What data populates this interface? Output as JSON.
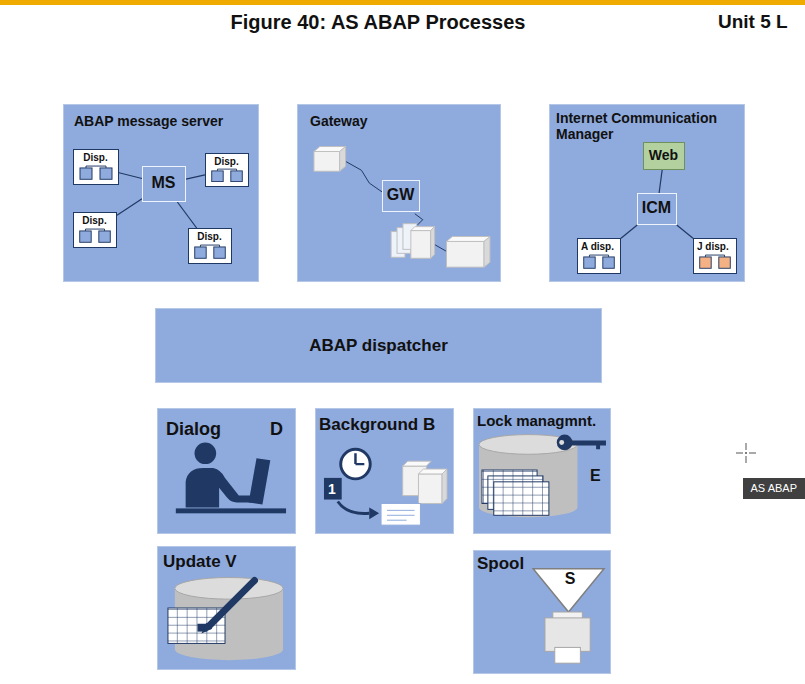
{
  "diagram": {
    "title": "Figure 40: AS ABAP Processes",
    "nodes": [
      {
        "text": [
          "ABAP message server"
        ]
      },
      {
        "text": [
          "Disp."
        ],
        "in": 0
      },
      {
        "text": [
          "Disp."
        ],
        "in": 0
      },
      {
        "text": [
          "MS"
        ],
        "in": 0
      },
      {
        "text": [
          "Disp."
        ],
        "in": 0
      },
      {
        "text": [
          "Disp."
        ],
        "in": 0
      },
      {
        "text": [
          "Gateway"
        ]
      },
      {
        "text": [
          "GW"
        ],
        "in": 6
      },
      {
        "text": [
          "Internet Communication Manager"
        ]
      },
      {
        "text": [
          "Web"
        ],
        "in": 8
      },
      {
        "text": [
          "ICM"
        ],
        "in": 8
      },
      {
        "text": [
          "A disp."
        ],
        "in": 8
      },
      {
        "text": [
          "J disp."
        ],
        "in": 8
      },
      {
        "text": [
          "ABAP dispatcher"
        ]
      },
      {
        "text": [
          "Dialog",
          "D"
        ]
      },
      {
        "text": [
          "Background B"
        ]
      },
      {
        "text": [
          "Lock managmnt.",
          "E"
        ]
      },
      {
        "text": [
          "Update V"
        ]
      },
      {
        "text": [
          "Spool",
          "S"
        ]
      }
    ],
    "edges": [
      {
        "from": 3,
        "to": 1,
        "arrow": "none"
      },
      {
        "from": 3,
        "to": 2,
        "arrow": "none"
      },
      {
        "from": 3,
        "to": 4,
        "arrow": "none"
      },
      {
        "from": 3,
        "to": 5,
        "arrow": "none"
      },
      {
        "from": 9,
        "to": 10,
        "arrow": "none"
      },
      {
        "from": 10,
        "to": 11,
        "arrow": "none"
      },
      {
        "from": 10,
        "to": 12,
        "arrow": "none"
      }
    ],
    "labels": [
      "Unit 5 L",
      "1",
      "AS ABAP"
    ]
  }
}
